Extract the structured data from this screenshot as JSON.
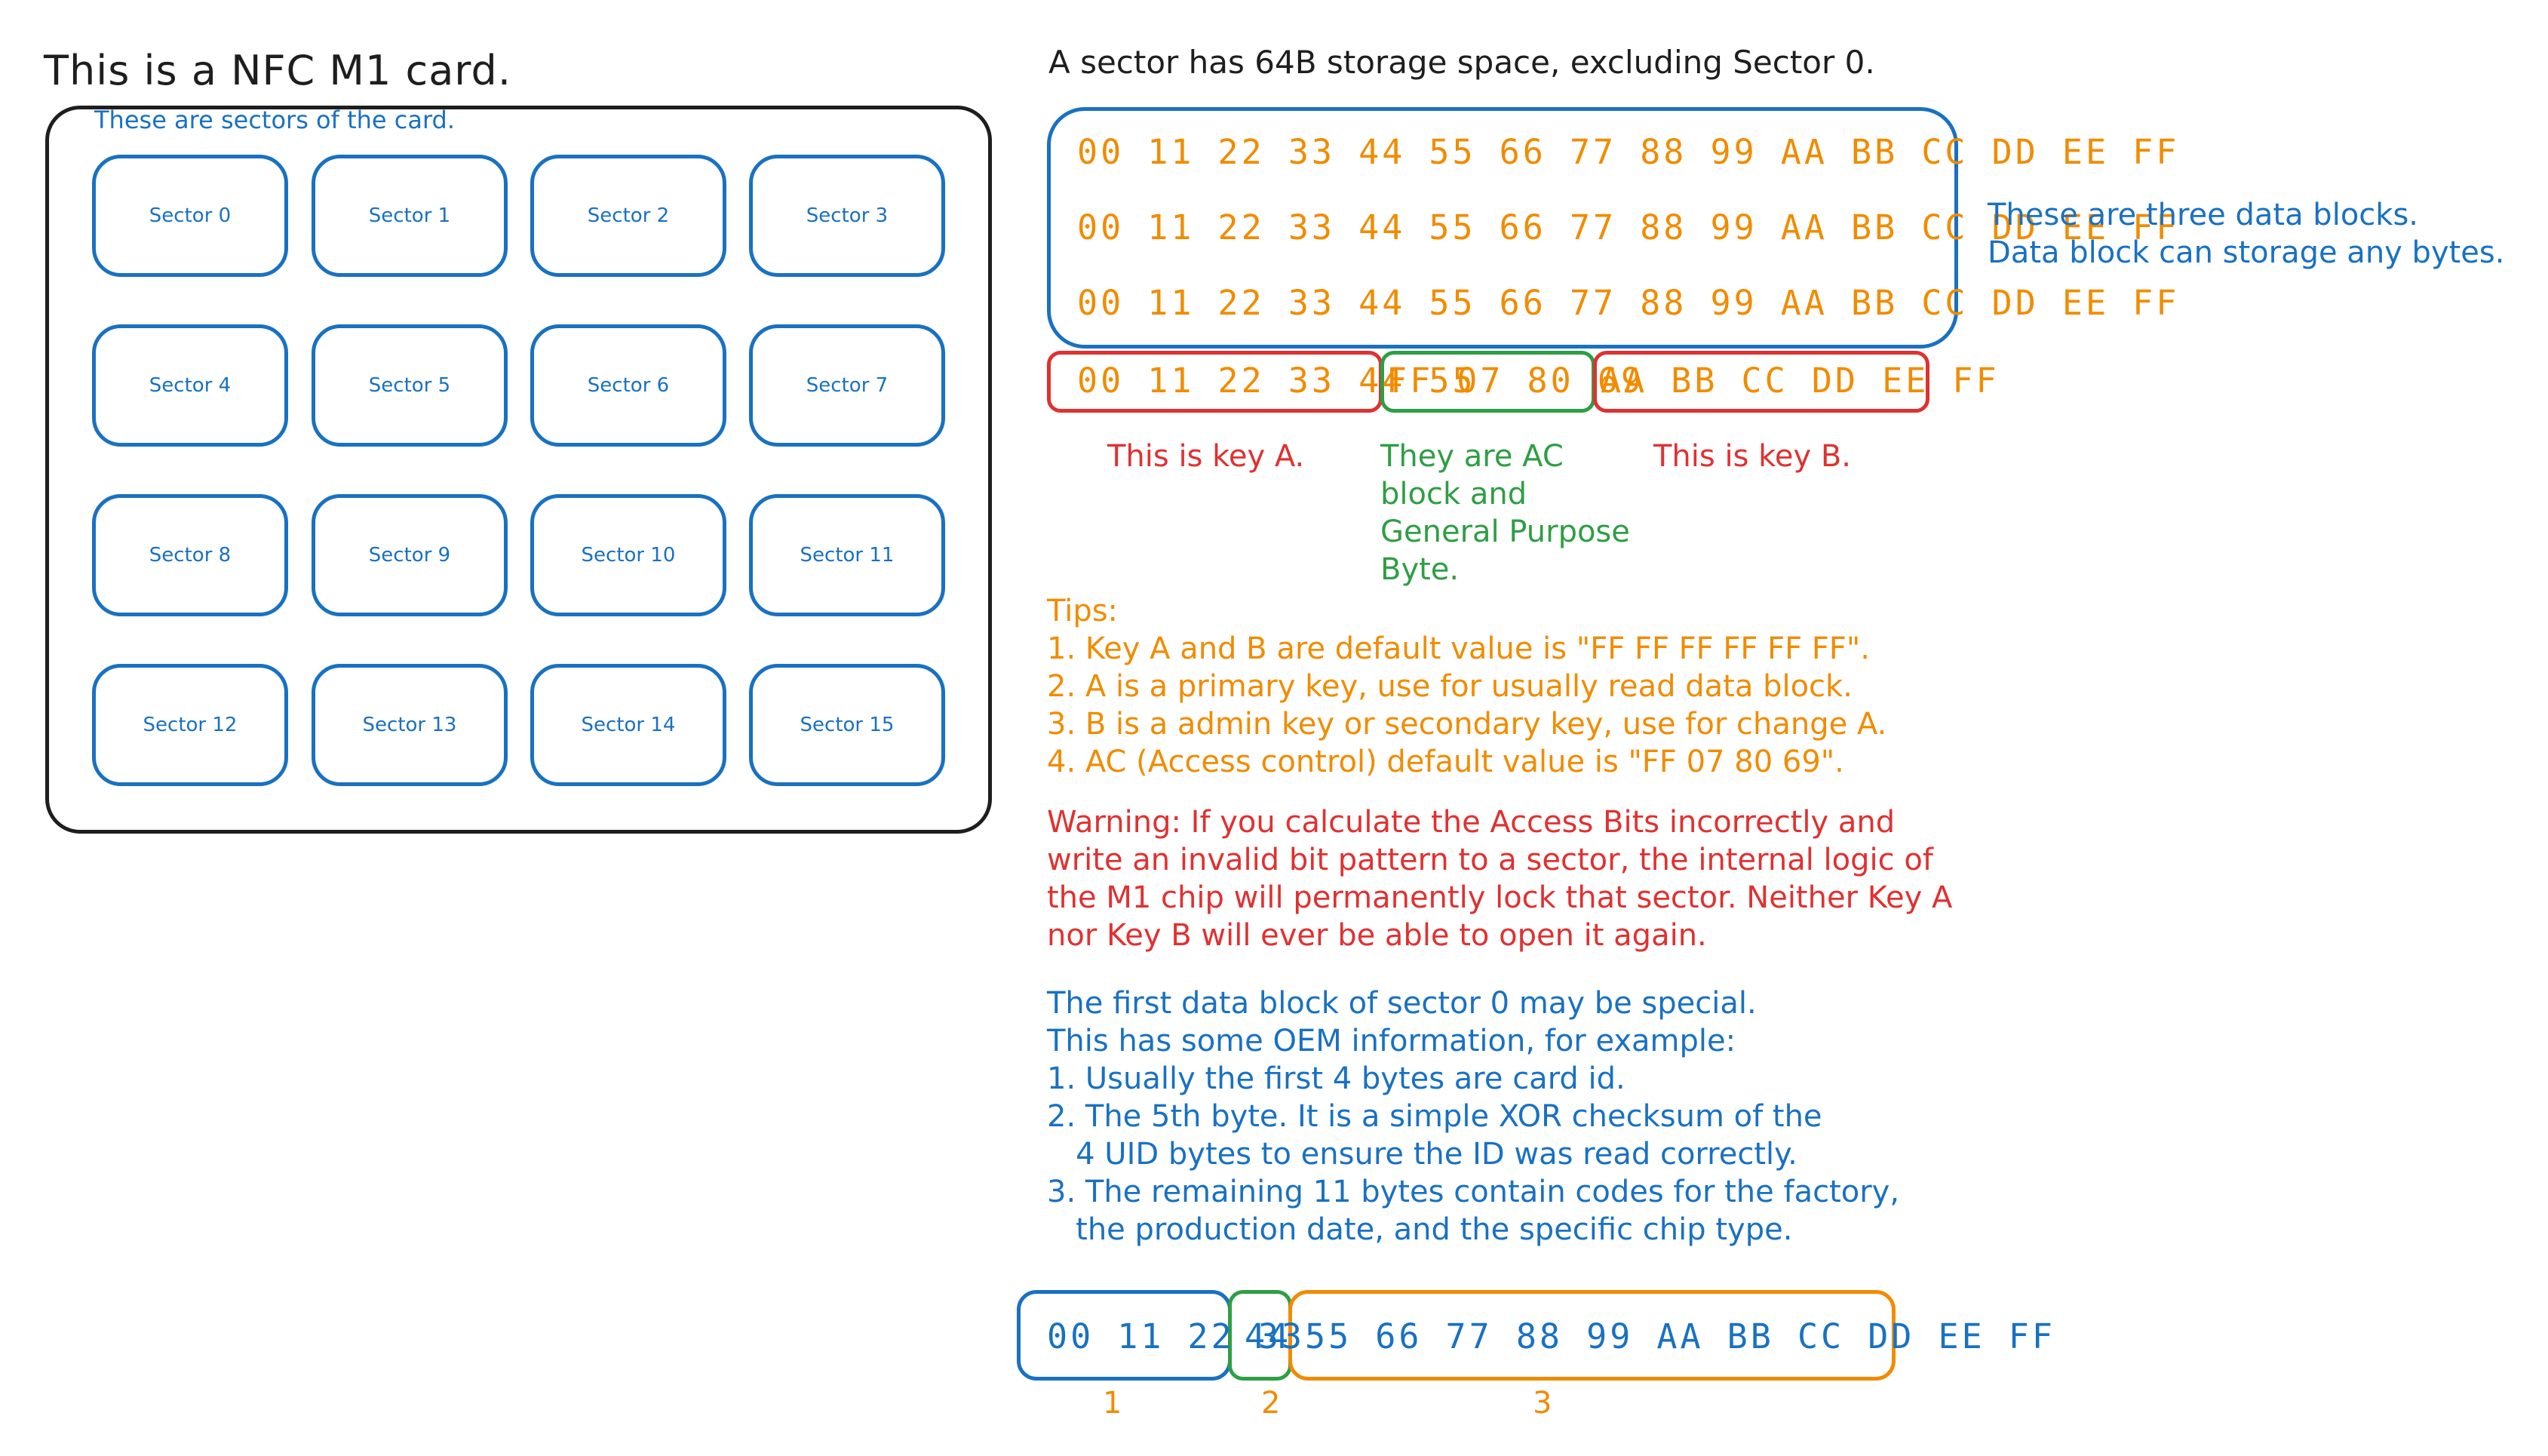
{
  "card": {
    "title": "This is a NFC M1 card.",
    "sectors_caption": "These are sectors of the card.",
    "sectors": [
      "Sector 0",
      "Sector 1",
      "Sector 2",
      "Sector 3",
      "Sector 4",
      "Sector 5",
      "Sector 6",
      "Sector 7",
      "Sector 8",
      "Sector 9",
      "Sector 10",
      "Sector 11",
      "Sector 12",
      "Sector 13",
      "Sector 14",
      "Sector 15"
    ]
  },
  "sector_info": {
    "heading": "A sector has 64B storage space, excluding Sector 0.",
    "data_block_line": "00 11 22 33 44 55 66 77 88 99 AA BB CC DD EE FF",
    "data_blocks_note": [
      "These are three data blocks.",
      "Data block can storage any bytes."
    ],
    "trailer": {
      "key_a": "00 11 22 33 44 55",
      "ac": "FF 07 80 69",
      "key_b": "AA BB CC DD EE FF"
    },
    "key_a_label": "This is key A.",
    "ac_label": [
      "They are AC",
      "block and",
      "General Purpose",
      "Byte."
    ],
    "key_b_label": "This is key B."
  },
  "tips": [
    "Tips:",
    "1. Key A and B are default value is \"FF FF FF FF FF FF\".",
    "2. A is a primary key, use for usually read data block.",
    "3. B is a admin key or secondary key, use for change A.",
    "4. AC (Access control) default value is \"FF 07 80 69\"."
  ],
  "warning": [
    "Warning: If you calculate the Access Bits incorrectly and",
    "write an invalid bit pattern to a sector, the internal logic of",
    "the M1 chip will permanently lock that sector. Neither Key A",
    "nor Key B will ever be able to open it again."
  ],
  "oem": [
    "The first data block of sector 0 may be special.",
    "This has some OEM information, for example:",
    "1. Usually the first 4 bytes are card id.",
    "2. The 5th byte. It is a simple XOR checksum of the",
    "   4 UID bytes to ensure the ID was read correctly.",
    "3. The remaining 11 bytes contain codes for the factory,",
    "   the production date, and the specific chip type."
  ],
  "block0": {
    "part1": "00 11 22 33",
    "part2": "44",
    "part3": "55 66 77 88 99 AA BB CC DD EE FF",
    "label1": "1",
    "label2": "2",
    "label3": "3"
  },
  "colors": {
    "black": "#1e1e1e",
    "blue": "#1971c2",
    "orange": "#f08c00",
    "red": "#e03131",
    "green": "#2f9e44"
  }
}
